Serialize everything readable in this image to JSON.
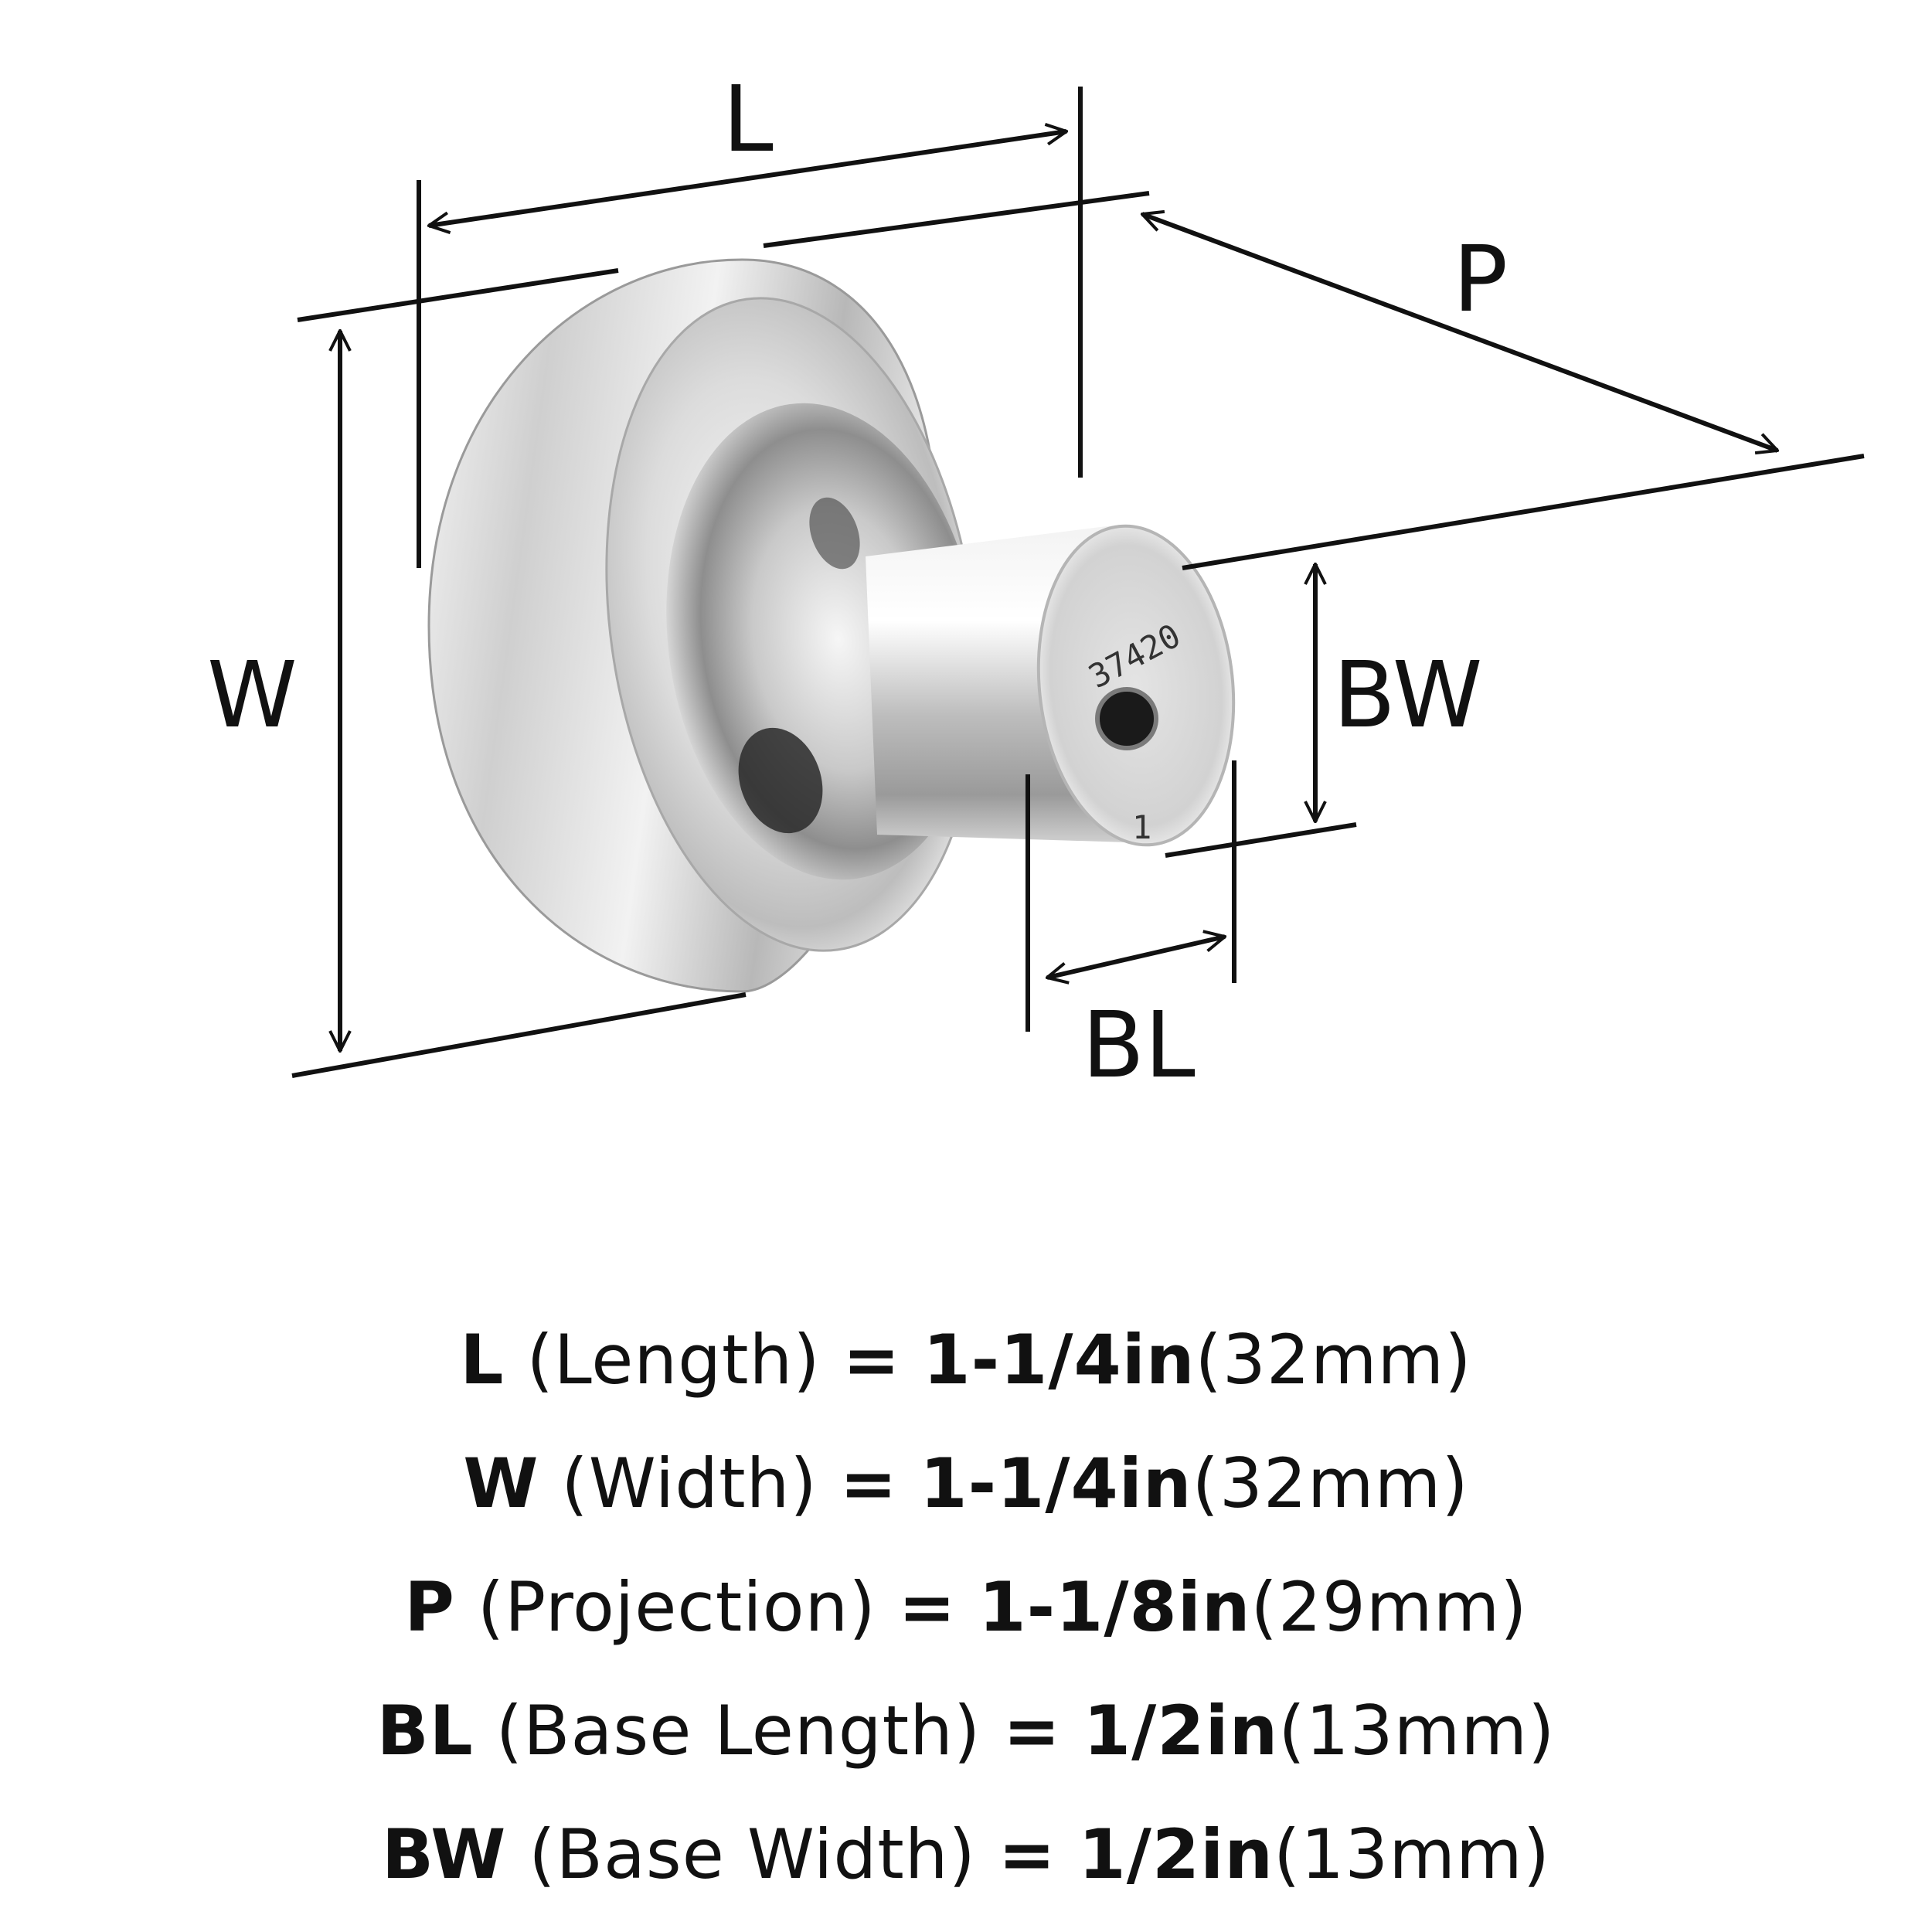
{
  "diagram": {
    "labels": {
      "L": "L",
      "W": "W",
      "P": "P",
      "BW": "BW",
      "BL": "BL"
    },
    "stamp": {
      "part_number": "37420",
      "mark": "1"
    }
  },
  "specs": [
    {
      "code": "L",
      "name": "(Length)",
      "eq": "=",
      "imperial": "1-1/4in",
      "metric": "(32mm)"
    },
    {
      "code": "W",
      "name": "(Width)",
      "eq": "=",
      "imperial": "1-1/4in",
      "metric": "(32mm)"
    },
    {
      "code": "P",
      "name": "(Projection)",
      "eq": "=",
      "imperial": "1-1/8in",
      "metric": "(29mm)"
    },
    {
      "code": "BL",
      "name": "(Base Length)",
      "eq": "=",
      "imperial": "1/2in",
      "metric": "(13mm)"
    },
    {
      "code": "BW",
      "name": "(Base Width)",
      "eq": "=",
      "imperial": "1/2in",
      "metric": "(13mm)"
    }
  ]
}
